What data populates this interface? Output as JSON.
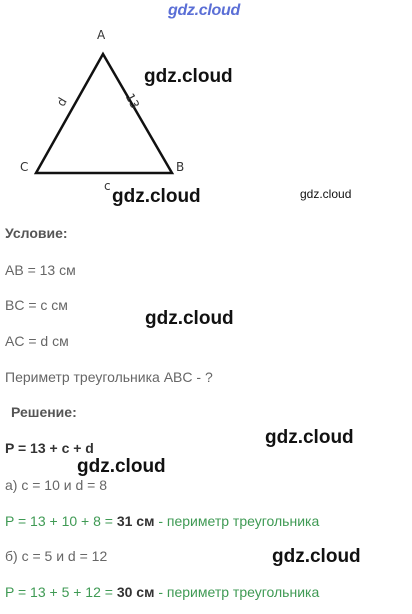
{
  "header": {
    "site": "gdz.cloud"
  },
  "figure": {
    "vertex_a": "A",
    "vertex_b": "B",
    "vertex_c": "C",
    "side_ab": "13",
    "side_ac": "d",
    "side_bc": "c"
  },
  "watermarks": {
    "w1": "gdz.cloud",
    "w2": "gdz.cloud",
    "w3": "gdz.cloud",
    "w4": "gdz.cloud",
    "w5": "gdz.cloud",
    "w6": "gdz.cloud",
    "w7": "gdz.cloud"
  },
  "condition": {
    "heading": "Условие:",
    "ab": "AB = 13 см",
    "bc": "BC = c см",
    "ac": "AC = d см",
    "question": "Периметр треугольника ABC - ?"
  },
  "solution": {
    "heading": "Решение:",
    "formula": "P = 13 + c + d",
    "case_a": "а) c = 10 и d = 8",
    "result_a_expr": "P = 13 + 10 + 8 = ",
    "result_a_value": "31 см",
    "result_a_suffix": " - периметр треугольника",
    "case_b": "б) c = 5 и d = 12",
    "result_b_expr": "P = 13 + 5 + 12 = ",
    "result_b_value": "30 см",
    "result_b_suffix": " - периметр треугольника"
  }
}
